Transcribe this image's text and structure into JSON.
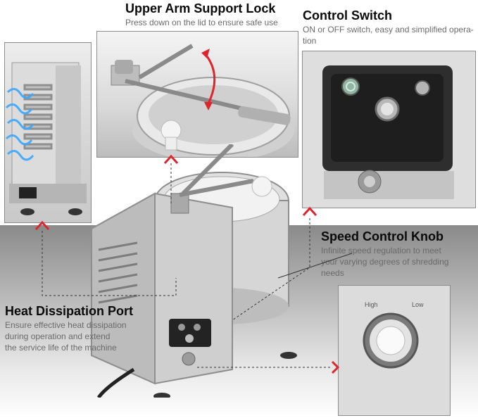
{
  "labels": {
    "upper_arm": {
      "title": "Upper Arm Support Lock",
      "desc": "Press down on the lid to ensure safe use"
    },
    "control_switch": {
      "title": "Control Switch",
      "desc_line1": "ON or OFF switch, easy and simplified opera-",
      "desc_line2": "tion"
    },
    "speed_knob": {
      "title": "Speed Control Knob",
      "desc_line1": "Infinite speed regulation to meet",
      "desc_line2": "your varying degrees of shredding",
      "desc_line3": "needs"
    },
    "heat_port": {
      "title": "Heat Dissipation Port",
      "desc_line1": "Ensure effective heat dissipation",
      "desc_line2": "during operation and extend",
      "desc_line3": "the service life of the machine"
    },
    "knob_scale": {
      "high": "High",
      "low": "Low"
    }
  },
  "colors": {
    "arrow_red": "#e0242b",
    "steel_light": "#e6e6e6",
    "steel_dark": "#8e8e8e",
    "airflow_blue": "#3aa7ff",
    "panel_border": "#8c8c8c"
  },
  "icons": {
    "airflow": "airflow-icon",
    "power_switch": "power-switch-icon",
    "knob": "speed-knob-icon"
  }
}
